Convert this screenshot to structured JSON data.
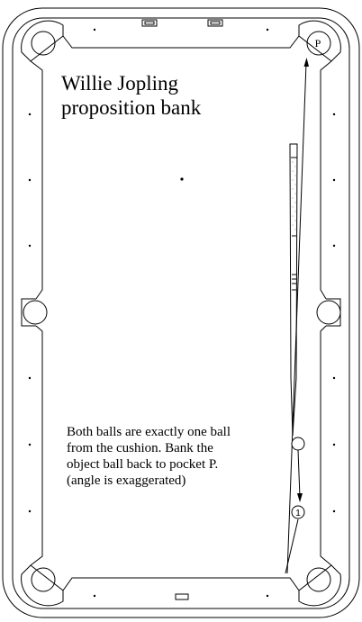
{
  "title": {
    "line1": "Willie Jopling",
    "line2": "proposition bank"
  },
  "note": {
    "line1": "Both balls are exactly one ball",
    "line2": "from the cushion. Bank the",
    "line3": "object ball back to pocket P.",
    "line4": "(angle  is exaggerated)"
  },
  "pocket_label": "P",
  "object_ball_label": "1",
  "colors": {
    "line": "#000000",
    "background": "#ffffff"
  },
  "icons": {
    "cue": "cue-stick-icon",
    "cue_ball": "cue-ball-icon",
    "object_ball": "object-ball-icon",
    "pocket": "pocket-icon"
  }
}
